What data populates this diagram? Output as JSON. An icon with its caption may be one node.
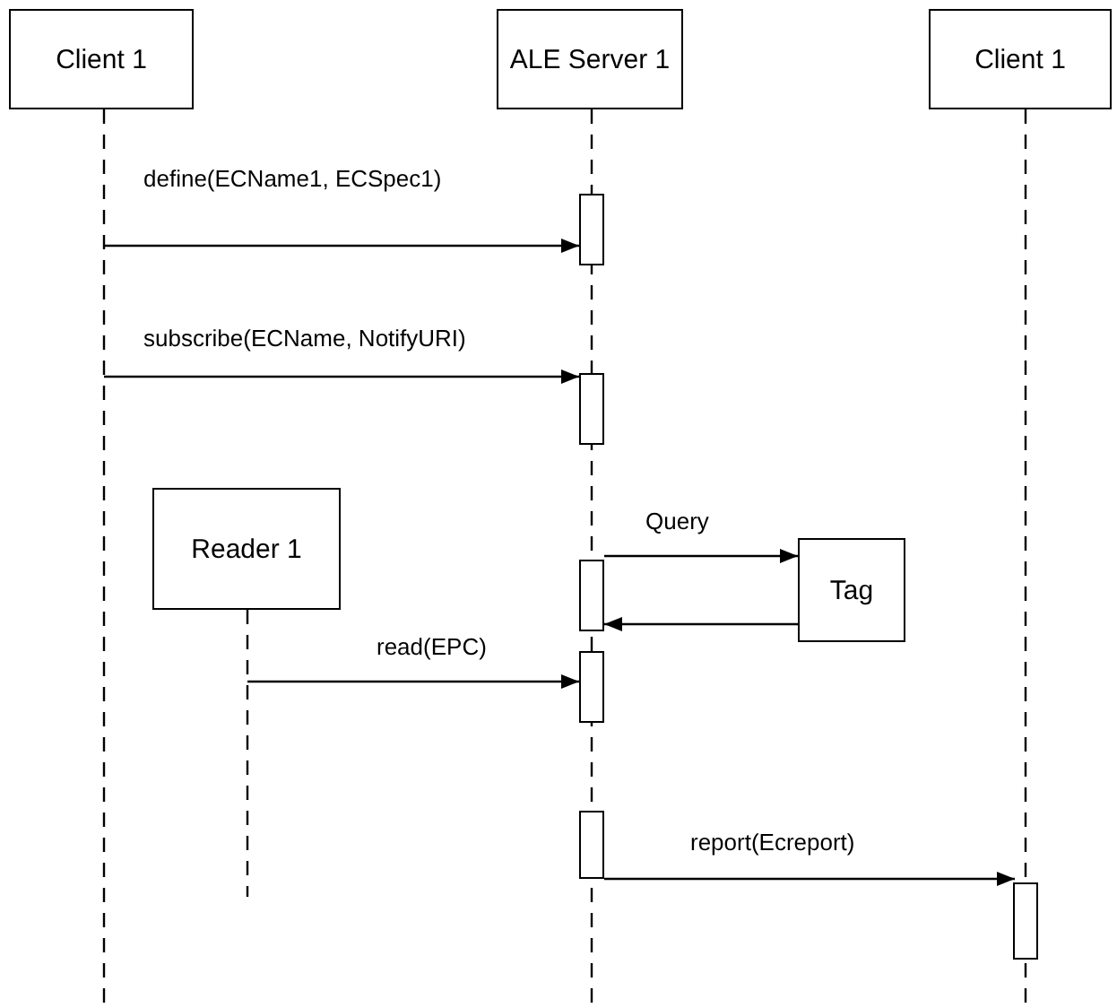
{
  "diagram": {
    "nodes": [
      {
        "text": [
          "Client 1"
        ]
      },
      {
        "text": [
          "ALE Server 1"
        ]
      },
      {
        "text": [
          "Client 1"
        ]
      },
      {
        "text": [
          "Reader 1"
        ]
      },
      {
        "text": [
          "Tag"
        ]
      },
      {
        "text": [],
        "shape": "bar",
        "in": 1
      },
      {
        "text": [],
        "shape": "bar",
        "in": 1
      },
      {
        "text": [],
        "shape": "bar",
        "in": 1
      },
      {
        "text": [],
        "shape": "bar",
        "in": 1
      },
      {
        "text": [],
        "shape": "bar",
        "in": 1
      },
      {
        "text": [],
        "shape": "bar",
        "in": 2
      }
    ],
    "edges": [
      {
        "from": 0,
        "to": 5,
        "arrow": "to",
        "label": "define(ECName1, ECSpec1)"
      },
      {
        "from": 0,
        "to": 6,
        "arrow": "to",
        "label": "subscribe(ECName, NotifyURI)"
      },
      {
        "from": 7,
        "to": 4,
        "arrow": "to",
        "label": "Query"
      },
      {
        "from": 4,
        "to": 7,
        "arrow": "to"
      },
      {
        "from": 3,
        "to": 8,
        "arrow": "to",
        "label": "read(EPC)"
      },
      {
        "from": 9,
        "to": 10,
        "arrow": "to",
        "label": "report(Ecreport)"
      }
    ]
  }
}
